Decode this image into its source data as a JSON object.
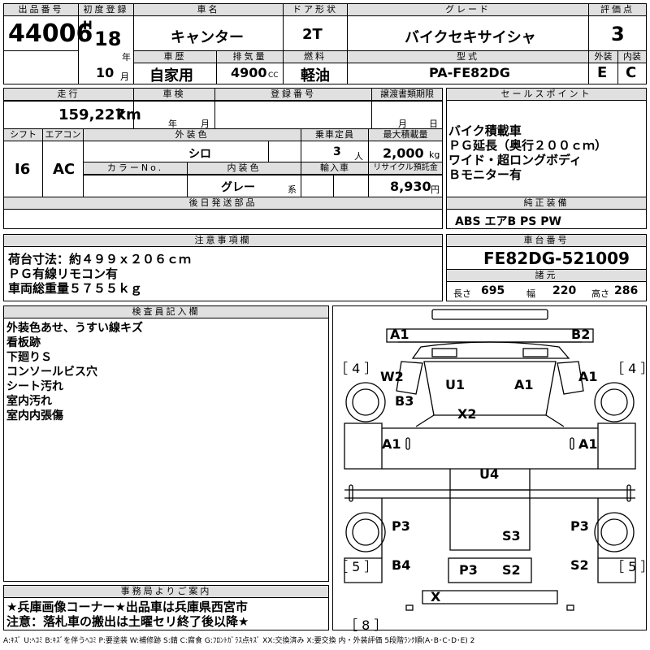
{
  "header": {
    "lot_label": "出品番号",
    "lot_no": "44006",
    "first_reg_label": "初度登録",
    "era": "H",
    "reg_year": "18",
    "year_unit": "年",
    "reg_month": "10",
    "month_unit": "月",
    "car_name_label": "車名",
    "car_name": "キャンター",
    "door_label": "ドア形状",
    "door": "2T",
    "grade_label": "グレード",
    "grade": "バイクセキサイシャ",
    "score_label": "評価点",
    "score": "3",
    "history_label": "車歴",
    "history": "自家用",
    "displacement_label": "排気量",
    "displacement": "4900",
    "cc": "CC",
    "fuel_label": "燃料",
    "fuel": "軽油",
    "model_label": "型式",
    "model": "PA-FE82DG",
    "exterior_grade_label": "外装",
    "exterior_grade": "E",
    "interior_grade_label": "内装",
    "interior_grade": "C"
  },
  "row2": {
    "mileage_label": "走行",
    "mileage": "159,227",
    "km": "km",
    "inspection_label": "車検",
    "year_unit": "年",
    "month_unit": "月",
    "plate_label": "登録番号",
    "transfer_label": "譲渡書類期限",
    "t_month": "月",
    "t_day": "日",
    "shift_label": "シフト",
    "shift": "I6",
    "ac_label": "エアコン",
    "ac": "AC",
    "color_label": "外装色",
    "color": "シロ",
    "capacity_label": "乗車定員",
    "capacity": "3",
    "persons": "人",
    "max_load_label": "最大積載量",
    "max_load": "2,000",
    "kg": "kg",
    "color_no_label": "カラーNo.",
    "interior_color_label": "内装色",
    "interior_color": "グレー",
    "kei": "系",
    "import_label": "輸入車",
    "recycle_label": "リサイクル預託金",
    "recycle": "8,930",
    "yen": "円",
    "later_parts_label": "後日発送部品"
  },
  "sales": {
    "label": "セールスポイント",
    "lines": [
      "バイク積載車",
      "ＰＧ延長（奥行２００ｃｍ）",
      "ワイド・超ロングボディ",
      "Ｂモニター有"
    ],
    "equip_label": "純正装備",
    "equipment": "ABS エアB PS PW"
  },
  "notes": {
    "label": "注意事項欄",
    "lines": [
      "荷台寸法：約４９９ｘ２０６ｃｍ",
      "ＰＧ有線リモコン有",
      "車両総重量５７５５ｋｇ"
    ]
  },
  "chassis": {
    "label": "車台番号",
    "number": "FE82DG-521009",
    "spec_label": "諸元",
    "length_label": "長さ",
    "length": "695",
    "width_label": "幅",
    "width": "220",
    "height_label": "高さ",
    "height": "286"
  },
  "inspector": {
    "label": "検査員記入欄",
    "lines": [
      "外装色あせ、うすい線キズ",
      "看板跡",
      "下廻りＳ",
      "コンソールビス穴",
      "シート汚れ",
      "室内汚れ",
      "室内内張傷"
    ]
  },
  "diagram": {
    "codes": {
      "a1_front_left": "A1",
      "b2_front_right": "B2",
      "w2": "W2",
      "u1": "U1",
      "a1_cab": "A1",
      "a1_right_door": "A1",
      "b3": "B3",
      "x2": "X2",
      "a1_left_side": "A1",
      "a1_right_side": "A1",
      "u4": "U4",
      "p3_left": "P3",
      "p3_right": "P3",
      "s3": "S3",
      "b4": "B4",
      "s2_right": "S2",
      "p3_rear": "P3",
      "s2_rear": "S2",
      "x_rear": "X"
    },
    "brackets": {
      "left_top": "［ 4 ］",
      "right_top": "［ 4 ］",
      "left_bottom": "［ 5 ］",
      "right_bottom": "［ 5 ］",
      "bottom": "［ 8 ］"
    }
  },
  "office": {
    "label": "事務局よりご案内",
    "lines": [
      "★兵庫画像コーナー★出品車は兵庫県西宮市",
      "注意：落札車の搬出は土曜セリ終了後以降★"
    ]
  },
  "legend": "A:ｷｽﾞ U:ﾍｺﾐ B:ｷｽﾞを伴うﾍｺﾐ P:要塗装 W:補修跡 S:錆 C:腐食 G:ﾌﾛﾝﾄｶﾞﾗｽ点ｷｽﾞ XX:交換済み X:要交換 内・外装評価 5段階ﾗﾝｸ順(A･B･C･D･E) 2"
}
